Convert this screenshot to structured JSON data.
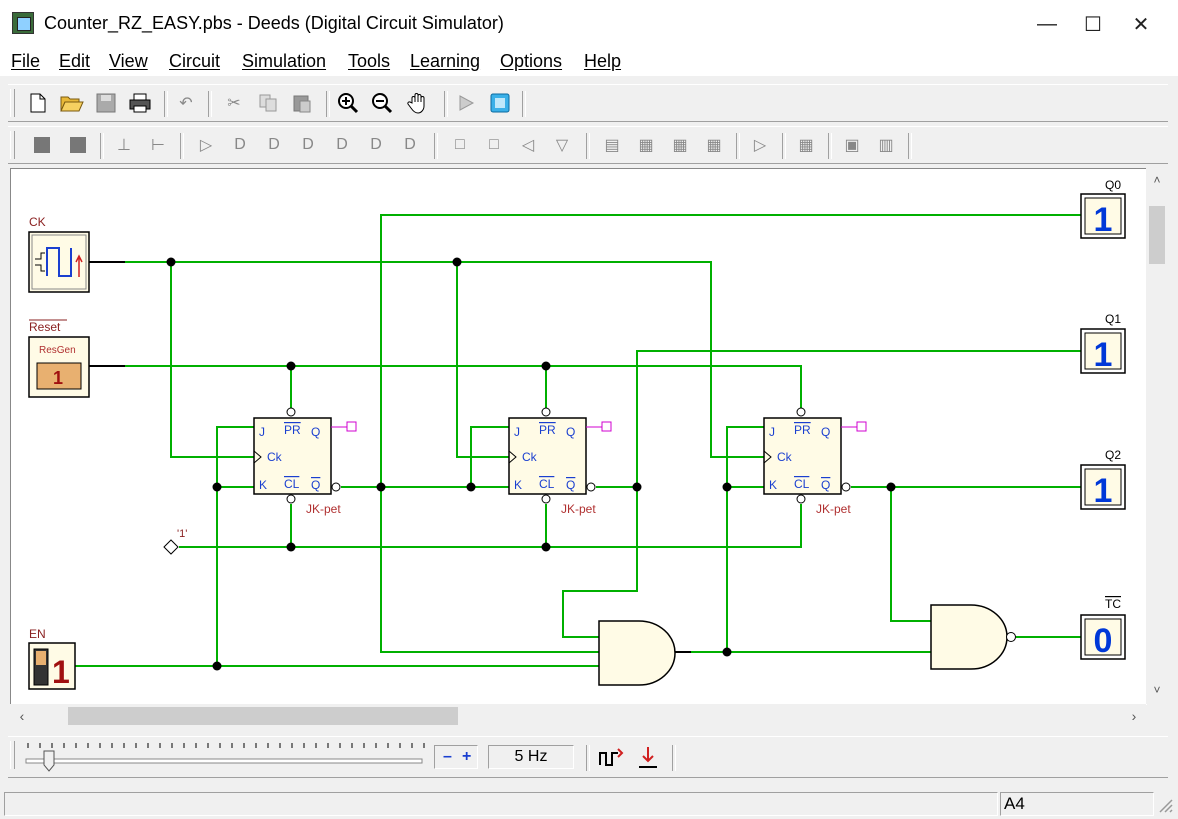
{
  "window": {
    "title": "Counter_RZ_EASY.pbs - Deeds (Digital Circuit Simulator)",
    "minimize_glyph": "—",
    "maximize_glyph": "☐",
    "close_glyph": "✕"
  },
  "menu": [
    "File",
    "Edit",
    "View",
    "Circuit",
    "Simulation",
    "Tools",
    "Learning",
    "Options",
    "Help"
  ],
  "toolbar1_icons": [
    "new-icon",
    "open-icon",
    "save-icon",
    "print-icon",
    "undo-icon",
    "cut-icon",
    "copy-icon",
    "paste-icon",
    "zoom-in-icon",
    "zoom-out-icon",
    "pan-icon",
    "run-icon",
    "stop-icon"
  ],
  "toolbar2_icons": [
    "input-icon",
    "output-icon",
    "wire-icon",
    "junction-icon",
    "buffer-icon",
    "and-gate-icon",
    "or-gate-icon",
    "xor-gate-icon",
    "nand-gate-icon",
    "nor-gate-icon",
    "xnor-gate-icon",
    "flipflop-d-icon",
    "flipflop-jk-icon",
    "flipflop-t-icon",
    "mux-icon",
    "counter-icon",
    "register-icon",
    "cnt-icon",
    "mem-icon",
    "comparator-icon",
    "keyboard-icon",
    "asm-icon",
    "rom-icon"
  ],
  "circuit": {
    "inputs": {
      "ck": "CK",
      "reset": "Reset",
      "resgen": "ResGen",
      "resgen_value": "1",
      "en": "EN",
      "en_value": "1",
      "const_one": "'1'"
    },
    "outputs": [
      {
        "name": "Q0",
        "value": "1"
      },
      {
        "name": "Q1",
        "value": "1"
      },
      {
        "name": "Q2",
        "value": "1"
      },
      {
        "name": "TC",
        "value": "0"
      }
    ],
    "flipflop": {
      "j": "J",
      "pr": "PR",
      "q": "Q",
      "ck": "Ck",
      "k": "K",
      "cl": "CL",
      "qbar": "Q",
      "type": "JK-pet"
    }
  },
  "bottom": {
    "minus": "–",
    "plus": "+",
    "frequency": "5 Hz"
  },
  "status": {
    "left": "",
    "page": "A4"
  },
  "colors": {
    "wire": "#00b000",
    "component_fill": "#fffbe6",
    "ff_label": "#1a3fd0",
    "output_digit": "#0038d8",
    "input_digit": "#a01010",
    "ff_type_label": "#b03030",
    "preset_marker": "#d000d0"
  }
}
